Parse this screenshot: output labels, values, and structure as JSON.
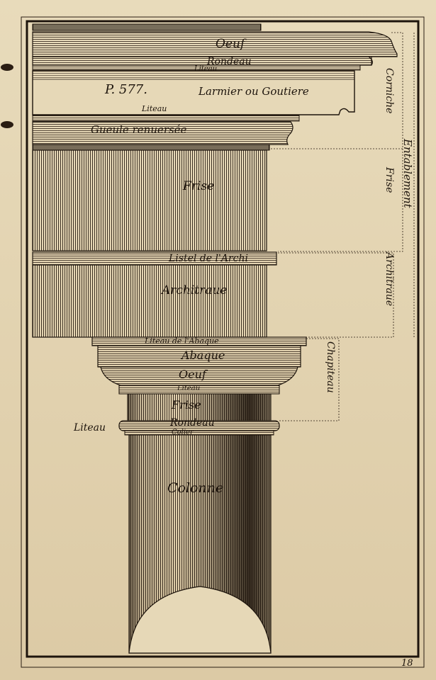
{
  "plate": {
    "reference": "P. 577.",
    "page_number": "18",
    "paper_color": "#e3d5b4",
    "ink_color": "#1d140c"
  },
  "labels": {
    "oeuf_top": "Oeuf",
    "rondeau_top": "Rondeau",
    "liteau_top": "Liteau",
    "larmier": "Larmier ou Goutiere",
    "liteau_mid": "Liteau",
    "gueule": "Gueule renuersée",
    "frise": "Frise",
    "listel": "Listel de l'Archi",
    "architraue": "Architraue",
    "liteau_abaque": "Liteau de l'Abaque",
    "abaque": "Abaque",
    "oeuf_cap": "Oeuf",
    "liteau_cap": "Liteau",
    "frise_cap": "Frise",
    "liteau_left": "Liteau",
    "rondeau_cap": "Rondeau",
    "colier": "Colier",
    "colonne": "Colonne"
  },
  "side_labels": {
    "corniche": "Corniche",
    "entablement": "Entablement",
    "frise": "Frise",
    "architraue": "Architraue",
    "chapiteau": "Chapiteau"
  }
}
